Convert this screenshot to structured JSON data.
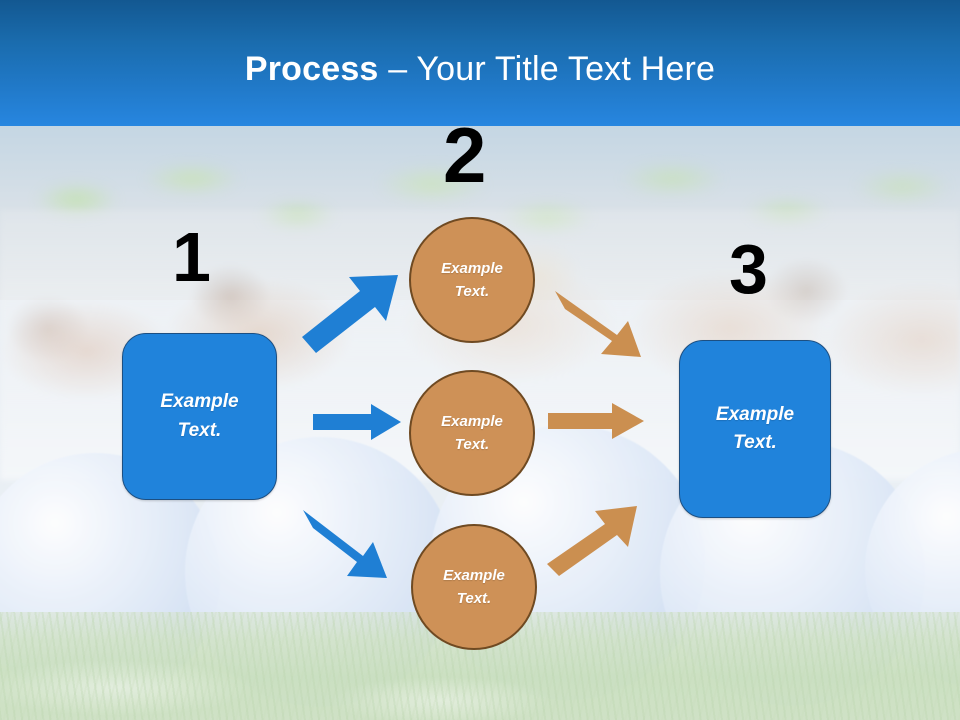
{
  "slide": {
    "title_bold": "Process",
    "title_separator": " – ",
    "title_rest": "Your Title Text Here",
    "background_description": "Faded photograph of a group of women doing sit-ups on blue exercise balls on grass"
  },
  "colors": {
    "title_band_top": "#135891",
    "title_band_bottom": "#2786e0",
    "box_blue_fill": "#2083db",
    "box_blue_border": "#1c4f82",
    "circle_tan_fill": "#ce9157",
    "circle_tan_border": "#6f4a22",
    "arrow_blue": "#1f7fd4",
    "arrow_orange": "#cb8f50",
    "number_black": "#000000",
    "shape_text_white": "#ffffff"
  },
  "steps": [
    {
      "number": "1",
      "label": "step-number-1"
    },
    {
      "number": "2",
      "label": "step-number-2"
    },
    {
      "number": "3",
      "label": "step-number-3"
    }
  ],
  "shapes": {
    "left_box": {
      "text": "Example\nText."
    },
    "right_box": {
      "text": "Example\nText."
    },
    "circle_top": {
      "text": "Example\nText."
    },
    "circle_middle": {
      "text": "Example\nText."
    },
    "circle_bottom": {
      "text": "Example\nText."
    }
  },
  "arrows": [
    {
      "name": "arrow-left-to-top-circle",
      "color": "#1f7fd4",
      "direction": "up-right"
    },
    {
      "name": "arrow-left-to-middle-circle",
      "color": "#1f7fd4",
      "direction": "right"
    },
    {
      "name": "arrow-left-to-bottom-circle",
      "color": "#1f7fd4",
      "direction": "down-right"
    },
    {
      "name": "arrow-top-circle-to-right",
      "color": "#cb8f50",
      "direction": "down-right"
    },
    {
      "name": "arrow-middle-circle-to-right",
      "color": "#cb8f50",
      "direction": "right"
    },
    {
      "name": "arrow-bottom-circle-to-right",
      "color": "#cb8f50",
      "direction": "up-right"
    }
  ]
}
